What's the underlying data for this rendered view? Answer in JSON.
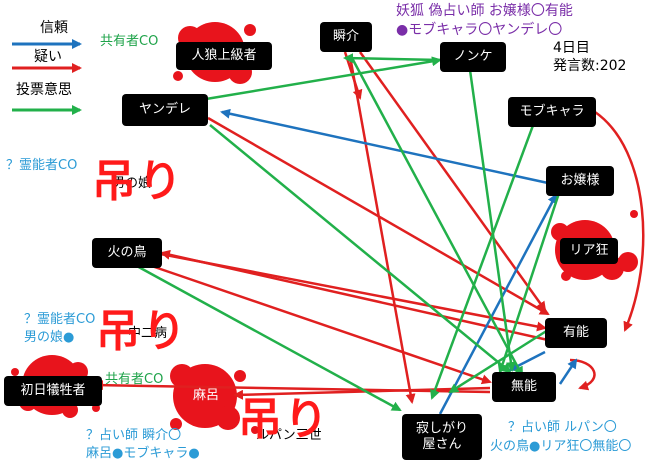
{
  "legend": {
    "trust_label": "信頼",
    "doubt_label": "疑い",
    "vote_label": "投票意思",
    "colors": {
      "trust": "#1e73be",
      "doubt": "#e02020",
      "vote": "#22b04a"
    }
  },
  "info": {
    "day": "4日目",
    "posts": "発言数:202",
    "fox_line1": "妖狐 偽占い師 お嬢様〇有能",
    "fox_line2": "●モブキャラ〇ヤンデレ〇"
  },
  "nodes": {
    "shunsuke": "瞬介",
    "jinro": "人狼上級者",
    "nonke": "ノンケ",
    "yandere": "ヤンデレ",
    "mob": "モブキャラ",
    "ojousama": "お嬢様",
    "riajuu": "リア狂",
    "hinotori": "火の鳥",
    "yuunou": "有能",
    "shonichi": "初日犠牲者",
    "maro": "麻呂",
    "munou": "無能",
    "sabishigari": "寂しがり\n屋さん"
  },
  "labels": {
    "kyoyu_top": "共有者CO",
    "reinou_top": "？霊能者CO",
    "otokonoko_top": "男の娘",
    "reinou_left_1": "？霊能者CO",
    "reinou_left_2": "男の娘●",
    "chuuni": "中二病",
    "kyoyu_bottom": "共有者CO",
    "uranai_left_1": "？占い師 瞬介〇",
    "uranai_left_2": "麻呂●モブキャラ●",
    "lupin": "ルパン三世",
    "uranai_right_1": "？占い師 ルパン〇",
    "uranai_right_2": "火の鳥●リア狂〇無能〇"
  },
  "hanged": {
    "mark1": "吊り",
    "mark2": "吊り",
    "mark3": "吊り"
  }
}
